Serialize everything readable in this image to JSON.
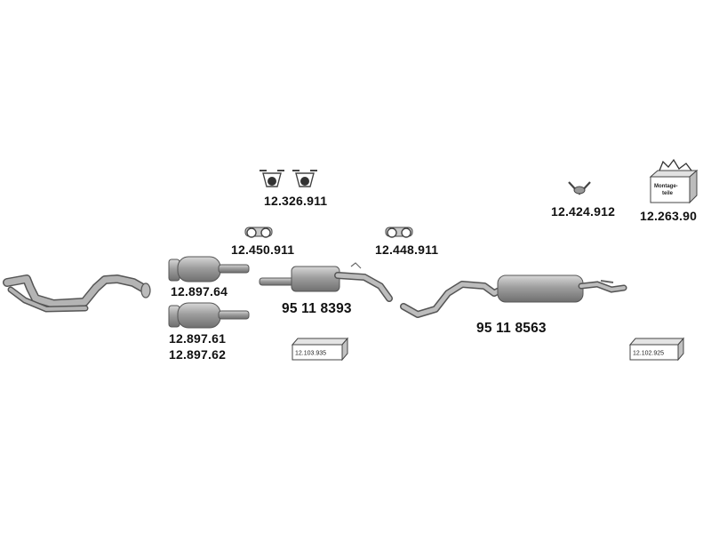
{
  "parts": {
    "hanger_pair_top": "12.326.911",
    "rubber_mount_a": "12.450.911",
    "rubber_mount_b": "12.448.911",
    "catalyst_a": "12.897.64",
    "catalyst_b1": "12.897.61",
    "catalyst_b2": "12.897.62",
    "middle_silencer": "95 11 8393",
    "rear_silencer": "95 11 8563",
    "clamp": "12.424.912",
    "mounting_kit": "12.263.90",
    "box_a": "12.103.935",
    "box_b": "12.102.925"
  },
  "mounting_kit_label_line1": "Montage-",
  "mounting_kit_label_line2": "teile",
  "colors": {
    "part_fill": "#a9a9a9",
    "part_stroke": "#555555",
    "text": "#111111"
  }
}
